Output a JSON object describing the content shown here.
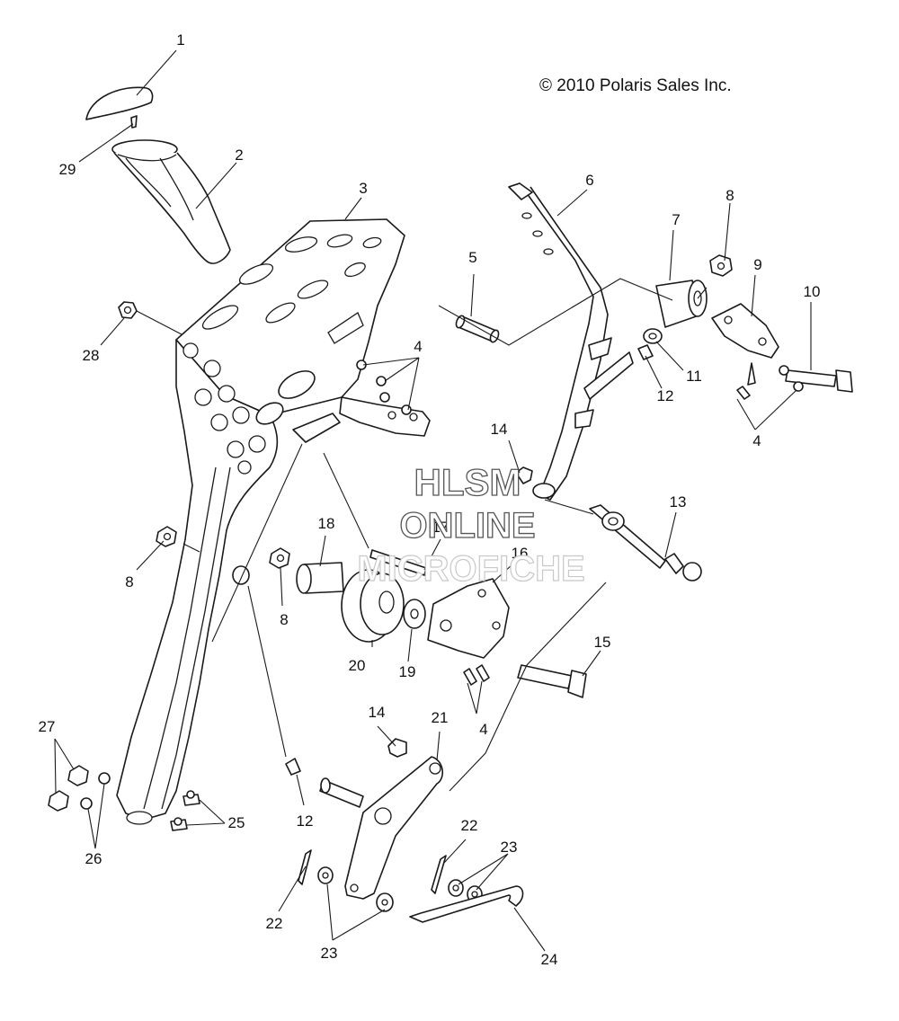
{
  "copyright": "© 2010 Polaris Sales Inc.",
  "watermark": {
    "line1": "HLSM",
    "line2": "ONLINE",
    "line3": "MICROFICHE"
  },
  "callouts": {
    "c1": "1",
    "c2": "2",
    "c3": "3",
    "c4a": "4",
    "c4b": "4",
    "c4c": "4",
    "c5": "5",
    "c6": "6",
    "c7": "7",
    "c8a": "8",
    "c8b": "8",
    "c8c": "8",
    "c9": "9",
    "c10": "10",
    "c11": "11",
    "c12a": "12",
    "c12b": "12",
    "c13": "13",
    "c14a": "14",
    "c14b": "14",
    "c15": "15",
    "c16": "16",
    "c17": "17",
    "c18": "18",
    "c19": "19",
    "c20": "20",
    "c21": "21",
    "c22a": "22",
    "c22b": "22",
    "c23a": "23",
    "c23b": "23",
    "c24": "24",
    "c25": "25",
    "c26": "26",
    "c27": "27",
    "c28": "28",
    "c29": "29"
  },
  "colors": {
    "ink": "#1a1a1a",
    "background": "#ffffff",
    "watermark_outline": "#555555"
  }
}
